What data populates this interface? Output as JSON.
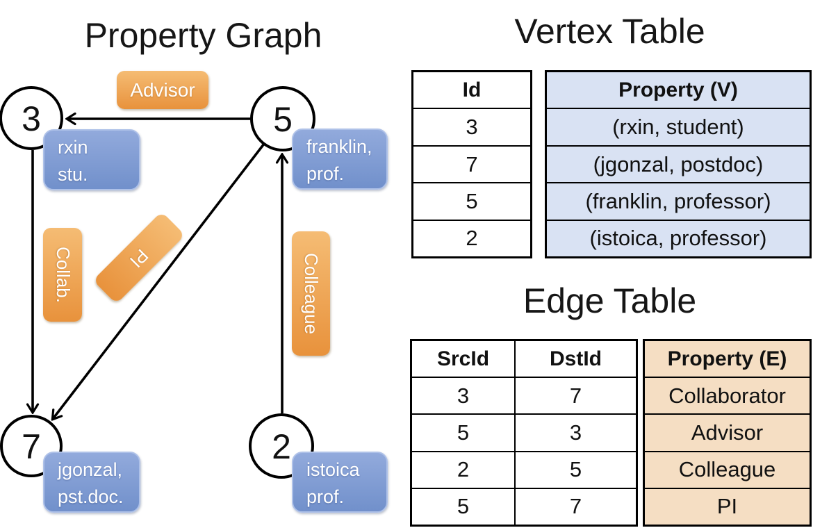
{
  "graph": {
    "title": "Property Graph",
    "nodes": [
      {
        "id": "3"
      },
      {
        "id": "5"
      },
      {
        "id": "7"
      },
      {
        "id": "2"
      }
    ],
    "edge_labels": {
      "advisor": "Advisor",
      "collab": "Collab.",
      "pi": "PI",
      "colleague": "Colleague"
    },
    "vertex_boxes": [
      {
        "line1": "rxin",
        "line2": "stu."
      },
      {
        "line1": "franklin,",
        "line2": "prof."
      },
      {
        "line1": "jgonzal,",
        "line2": "pst.doc."
      },
      {
        "line1": "istoica",
        "line2": "prof."
      }
    ]
  },
  "vertex_table": {
    "title": "Vertex Table",
    "headers": {
      "id": "Id",
      "property": "Property (V)"
    },
    "rows": [
      {
        "id": "3",
        "property": "(rxin, student)"
      },
      {
        "id": "7",
        "property": "(jgonzal, postdoc)"
      },
      {
        "id": "5",
        "property": "(franklin, professor)"
      },
      {
        "id": "2",
        "property": "(istoica, professor)"
      }
    ]
  },
  "edge_table": {
    "title": "Edge Table",
    "headers": {
      "src": "SrcId",
      "dst": "DstId",
      "property": "Property (E)"
    },
    "rows": [
      {
        "src": "3",
        "dst": "7",
        "property": "Collaborator"
      },
      {
        "src": "5",
        "dst": "3",
        "property": "Advisor"
      },
      {
        "src": "2",
        "dst": "5",
        "property": "Colleague"
      },
      {
        "src": "5",
        "dst": "7",
        "property": "PI"
      }
    ]
  },
  "colors": {
    "edge_label_orange_light": "#F5BC74",
    "edge_label_orange_dark": "#E8923C",
    "vertex_box_blue_light": "#92AADC",
    "vertex_box_blue_dark": "#7190CB",
    "vertex_table_fill": "#D9E2F3",
    "edge_table_fill": "#F5DEC3",
    "ink": "#000000"
  }
}
